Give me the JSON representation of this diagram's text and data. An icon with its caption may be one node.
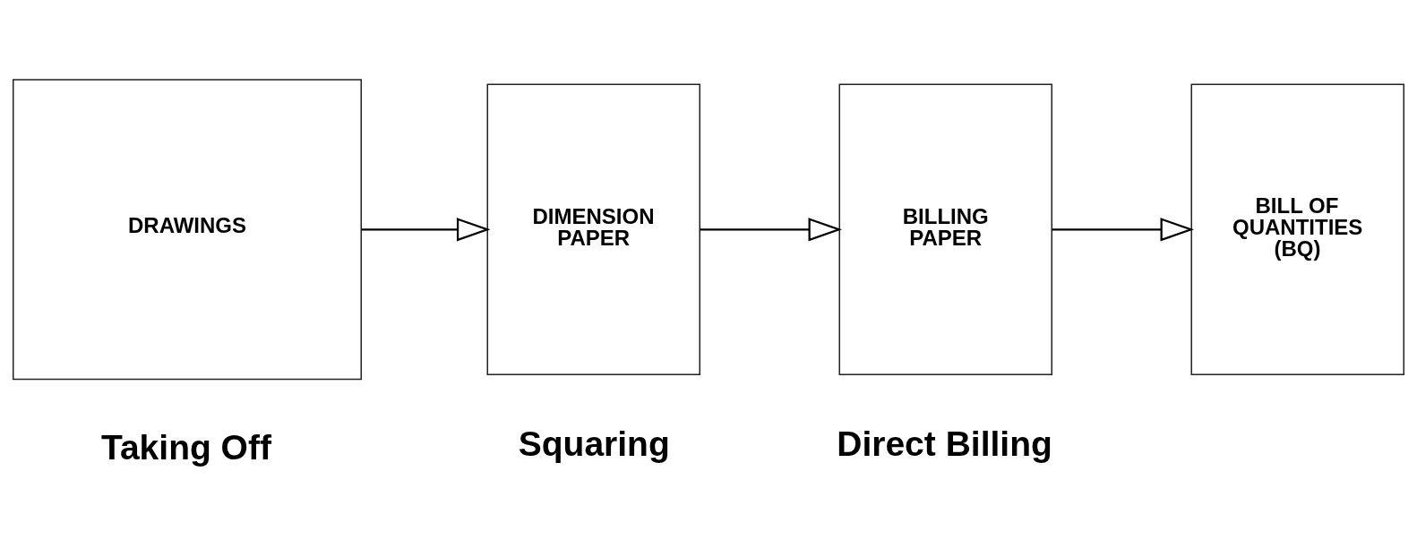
{
  "diagram": {
    "nodes": [
      {
        "text": [
          "DRAWINGS"
        ]
      },
      {
        "text": [
          "DIMENSION PAPER"
        ]
      },
      {
        "text": [
          "BILLING PAPER"
        ]
      },
      {
        "text": [
          "BILL OF QUANTITIES (BQ)"
        ]
      }
    ],
    "edges": [
      {
        "from": 0,
        "to": 1,
        "arrow": "to"
      },
      {
        "from": 1,
        "to": 2,
        "arrow": "to"
      },
      {
        "from": 2,
        "to": 3,
        "arrow": "to"
      }
    ],
    "labels": [
      "Taking Off",
      "Direct Billing",
      "Squaring"
    ]
  }
}
